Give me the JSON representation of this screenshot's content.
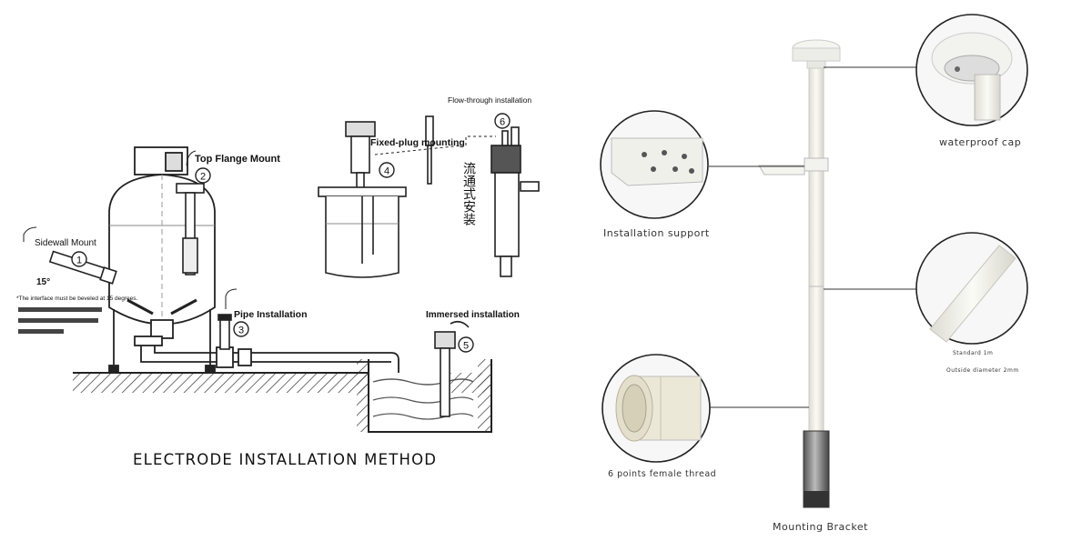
{
  "left_diagram": {
    "title": "ELECTRODE INSTALLATION METHOD",
    "labels": {
      "sidewall": "Sidewall Mount",
      "angle": "15°",
      "note": "*The interface must be beveled at 15 degrees.",
      "top_flange": "Top Flange Mount",
      "fixed_plug": "Fixed-plug mounting",
      "flow_through": "Flow-through installation",
      "flow_through_cn": "流通式安装",
      "pipe": "Pipe Installation",
      "immersed": "Immersed installation"
    },
    "markers": [
      "1",
      "2",
      "3",
      "4",
      "5",
      "6"
    ]
  },
  "right_diagram": {
    "callouts": {
      "cap": "waterproof cap",
      "support": "Installation support",
      "standard": "Standard 1m",
      "diameter": "Outside diameter 2mm",
      "thread": "6 points female thread",
      "bracket": "Mounting Bracket"
    }
  }
}
